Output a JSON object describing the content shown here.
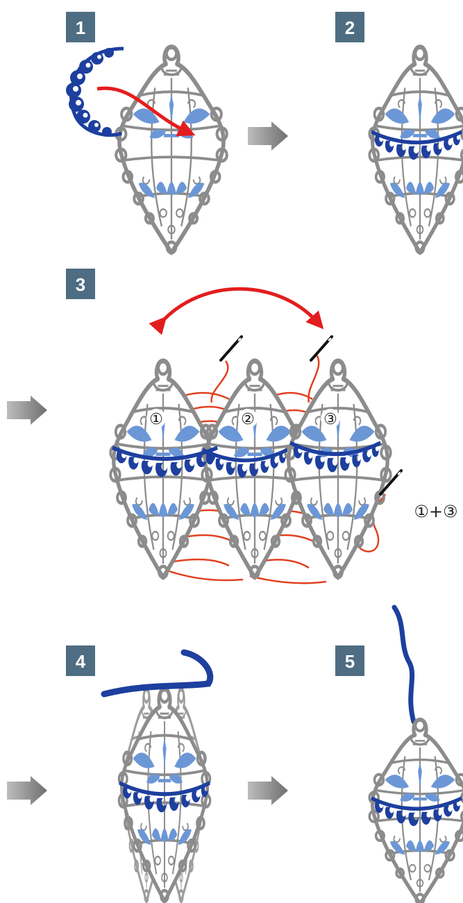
{
  "steps": [
    {
      "number": "1"
    },
    {
      "number": "2"
    },
    {
      "number": "3"
    },
    {
      "number": "4"
    },
    {
      "number": "5"
    }
  ],
  "step3": {
    "ornament_labels": [
      "①",
      "②",
      "③"
    ],
    "join_formula": "①+③"
  },
  "colors": {
    "badge": "#4e6d82",
    "filigree": "#8c8c8c",
    "inner_blue": "#6c97d6",
    "trim_blue": "#1d3f9e",
    "thread_red": "#e2401f",
    "arrow_red": "#e31d1d",
    "step_arrow": "#777777",
    "needle": "#111111"
  },
  "icons": [
    "ornament-icon",
    "scalloped-trim-icon",
    "needle-icon",
    "ribbon-icon",
    "step-arrow-icon"
  ]
}
